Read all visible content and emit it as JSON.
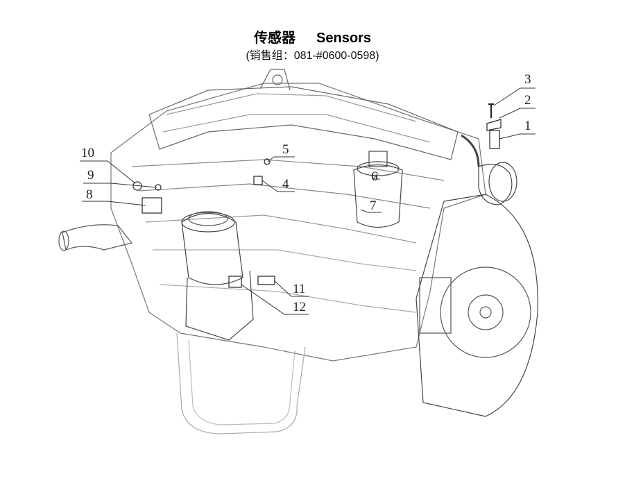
{
  "header": {
    "title_cn": "传感器",
    "title_en": "Sensors",
    "subtitle": "(销售组：081-#0600-0598)"
  },
  "callouts": [
    {
      "number": "1"
    },
    {
      "number": "2"
    },
    {
      "number": "3"
    },
    {
      "number": "4"
    },
    {
      "number": "5"
    },
    {
      "number": "6"
    },
    {
      "number": "7"
    },
    {
      "number": "8"
    },
    {
      "number": "9"
    },
    {
      "number": "10"
    },
    {
      "number": "11"
    },
    {
      "number": "12"
    }
  ]
}
